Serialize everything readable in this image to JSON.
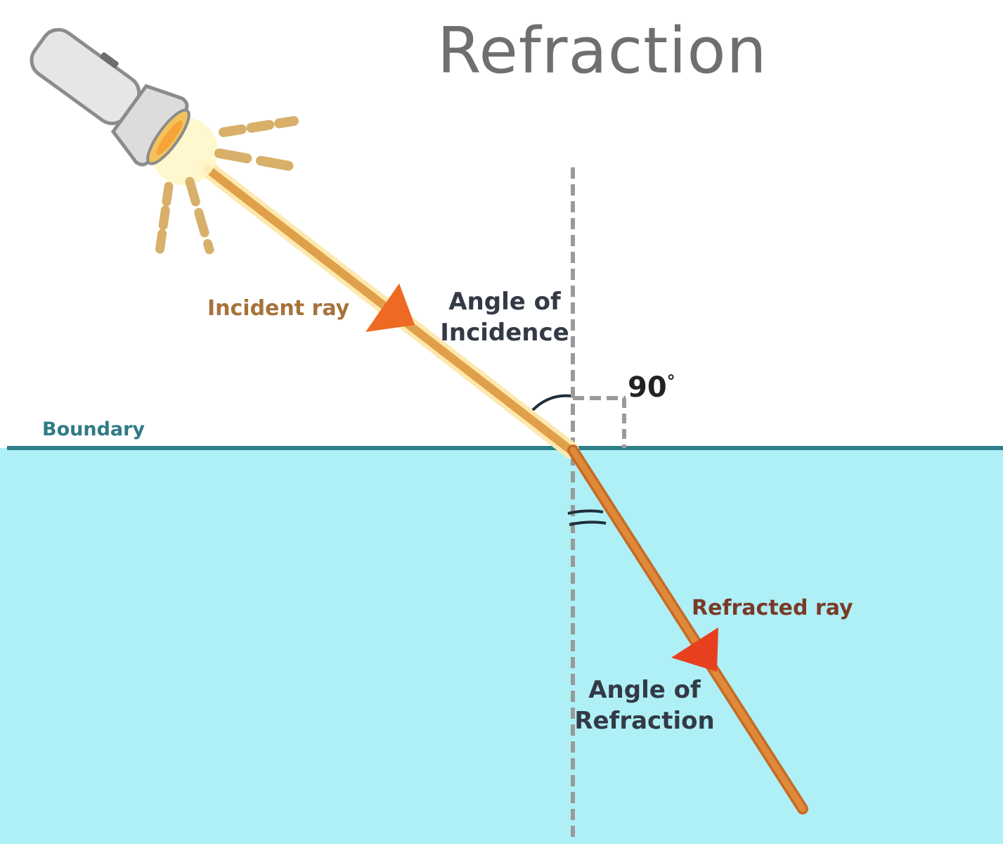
{
  "title": "Refraction",
  "labels": {
    "incident_ray": "Incident ray",
    "angle_of_incidence_line1": "Angle of",
    "angle_of_incidence_line2": "Incidence",
    "right_angle": "90",
    "degree_symbol": "°",
    "boundary": "Boundary",
    "refracted_ray": "Refracted ray",
    "angle_of_refraction_line1": "Angle of",
    "angle_of_refraction_line2": "Refraction"
  },
  "colors": {
    "water": "#aef0f6",
    "boundary_line": "#2d7f8a",
    "ray": "#e0a04a",
    "ray_glow": "#fde9b0",
    "refracted_ray": "#d6792e",
    "incident_arrow": "#ee6a22",
    "refracted_arrow": "#e8401f",
    "normal_line": "#9a9a9a",
    "flashlight_body": "#e6e6e6",
    "flashlight_outline": "#8c8c8c",
    "light_beam": "#d8b06a",
    "title_text": "#6f6f6f"
  },
  "icons": {
    "light_source": "flashlight-icon"
  }
}
